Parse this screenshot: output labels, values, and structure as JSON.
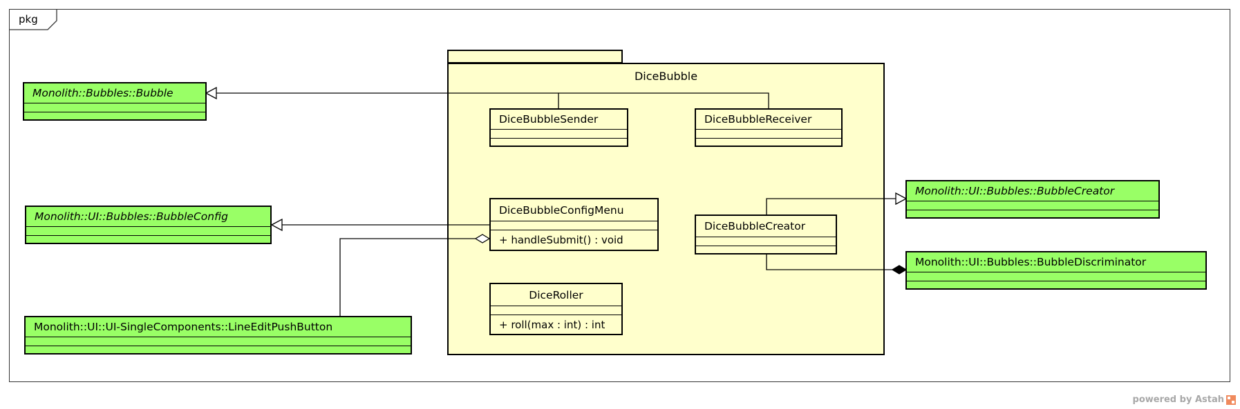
{
  "frame": {
    "tag": "pkg"
  },
  "package": {
    "name": "DiceBubble"
  },
  "classes": {
    "bubble": {
      "name": "Monolith::Bubbles::Bubble",
      "abstract": true
    },
    "bubble_config": {
      "name": "Monolith::UI::Bubbles::BubbleConfig",
      "abstract": true
    },
    "line_edit_push_button": {
      "name": "Monolith::UI::UI-SingleComponents::LineEditPushButton"
    },
    "bubble_creator": {
      "name": "Monolith::UI::Bubbles::BubbleCreator",
      "abstract": true
    },
    "bubble_discriminator": {
      "name": "Monolith::UI::Bubbles::BubbleDiscriminator"
    },
    "dice_bubble_sender": {
      "name": "DiceBubbleSender"
    },
    "dice_bubble_receiver": {
      "name": "DiceBubbleReceiver"
    },
    "dice_bubble_config_menu": {
      "name": "DiceBubbleConfigMenu",
      "operations": [
        "+ handleSubmit() : void"
      ]
    },
    "dice_bubble_creator": {
      "name": "DiceBubbleCreator"
    },
    "dice_roller": {
      "name": "DiceRoller",
      "operations": [
        "+ roll(max : int) : int"
      ]
    }
  },
  "relations": [
    {
      "type": "generalization",
      "from": "DiceBubbleSender",
      "to": "Monolith::Bubbles::Bubble"
    },
    {
      "type": "generalization",
      "from": "DiceBubbleReceiver",
      "to": "Monolith::Bubbles::Bubble"
    },
    {
      "type": "generalization",
      "from": "DiceBubbleConfigMenu",
      "to": "Monolith::UI::Bubbles::BubbleConfig"
    },
    {
      "type": "generalization",
      "from": "DiceBubbleCreator",
      "to": "Monolith::UI::Bubbles::BubbleCreator"
    },
    {
      "type": "aggregation",
      "whole": "DiceBubbleConfigMenu",
      "part": "Monolith::UI::UI-SingleComponents::LineEditPushButton"
    },
    {
      "type": "composition",
      "whole": "Monolith::UI::Bubbles::BubbleDiscriminator",
      "part": "DiceBubbleCreator"
    }
  ],
  "watermark": {
    "text": "powered by Astah"
  },
  "colors": {
    "external_class": "#99ff66",
    "package_fill": "#ffffcc",
    "line": "#000000"
  }
}
